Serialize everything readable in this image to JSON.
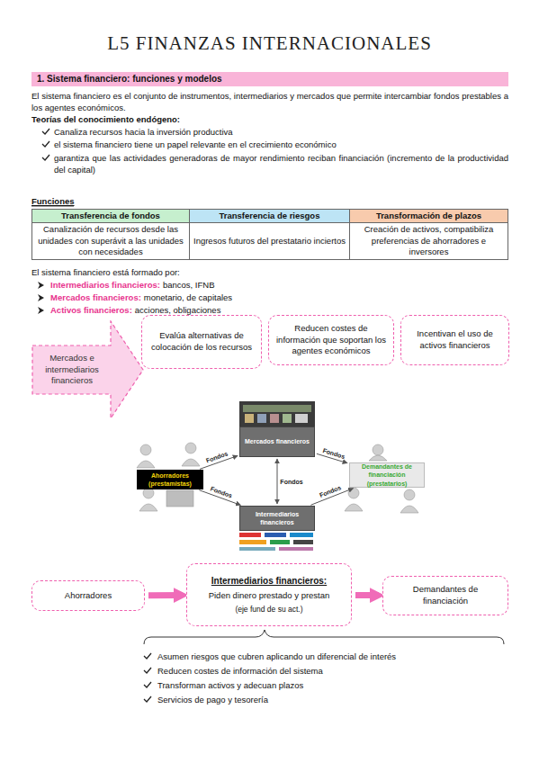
{
  "diagram": {
    "title": "L5 FINANZAS INTERNACIONALES",
    "nodes": [
      {
        "text": [
          "1. Sistema financiero: funciones y modelos"
        ]
      },
      {
        "text": [
          "Mercados e intermediarios financieros"
        ]
      },
      {
        "text": [
          "Evalúa alternativas de colocación de los recursos"
        ]
      },
      {
        "text": [
          "Reducen costes de información que soportan los agentes económicos"
        ]
      },
      {
        "text": [
          "Incentivan el uso de activos financieros"
        ]
      },
      {
        "text": [
          "Mercados financieros"
        ]
      },
      {
        "text": [
          "Ahorradores (prestamistas)"
        ]
      },
      {
        "text": [
          "Demandantes de financiación (prestatarios)"
        ]
      },
      {
        "text": [
          "Intermediarios financieros"
        ]
      },
      {
        "text": [
          "Ahorradores"
        ]
      },
      {
        "text": [
          "Intermediarios financieros:",
          "Piden dinero prestado y prestan",
          "(eje fund de su act.)"
        ]
      },
      {
        "text": [
          "Demandantes de financiación"
        ]
      }
    ],
    "edges": [
      {
        "from": 6,
        "to": 5,
        "label": "Fondos",
        "arrow": "to"
      },
      {
        "from": 5,
        "to": 7,
        "label": "Fondos",
        "arrow": "to"
      },
      {
        "from": 5,
        "to": 8,
        "label": "Fondos",
        "arrow": "both"
      },
      {
        "from": 6,
        "to": 8,
        "label": "Fondos",
        "arrow": "to"
      },
      {
        "from": 8,
        "to": 7,
        "label": "Fondos",
        "arrow": "to"
      },
      {
        "from": 9,
        "to": 10,
        "arrow": "to"
      },
      {
        "from": 10,
        "to": 11,
        "arrow": "to"
      }
    ],
    "labels": [
      "El sistema financiero es el conjunto de instrumentos, intermediarios y mercados que permite intercambiar fondos prestables a los agentes económicos.",
      "Teorías del conocimiento endógeno:",
      "Canaliza recursos hacia la inversión productiva",
      "el sistema financiero tiene un papel relevante en el crecimiento económico",
      "garantiza que las actividades generadoras de mayor rendimiento reciban financiación (incremento de la productividad del capital)",
      "Funciones",
      "Transferencia de fondos",
      "Transferencia de riesgos",
      "Transformación de plazos",
      "Canalización de recursos desde las unidades con superávit a las unidades con necesidades",
      "Ingresos futuros del prestatario inciertos",
      "Creación de activos, compatibiliza preferencias de ahorradores e inversores",
      "El sistema financiero está formado por:",
      "Intermediarios financieros:",
      "bancos, IFNB",
      "Mercados financieros:",
      "monetario, de capitales",
      "Activos financieros:",
      "acciones, obligaciones",
      "Asumen riesgos que cubren aplicando un diferencial de interés",
      "Reducen costes de información del sistema",
      "Transforman activos y adecuan plazos",
      "Servicios de pago y tesorería"
    ]
  }
}
